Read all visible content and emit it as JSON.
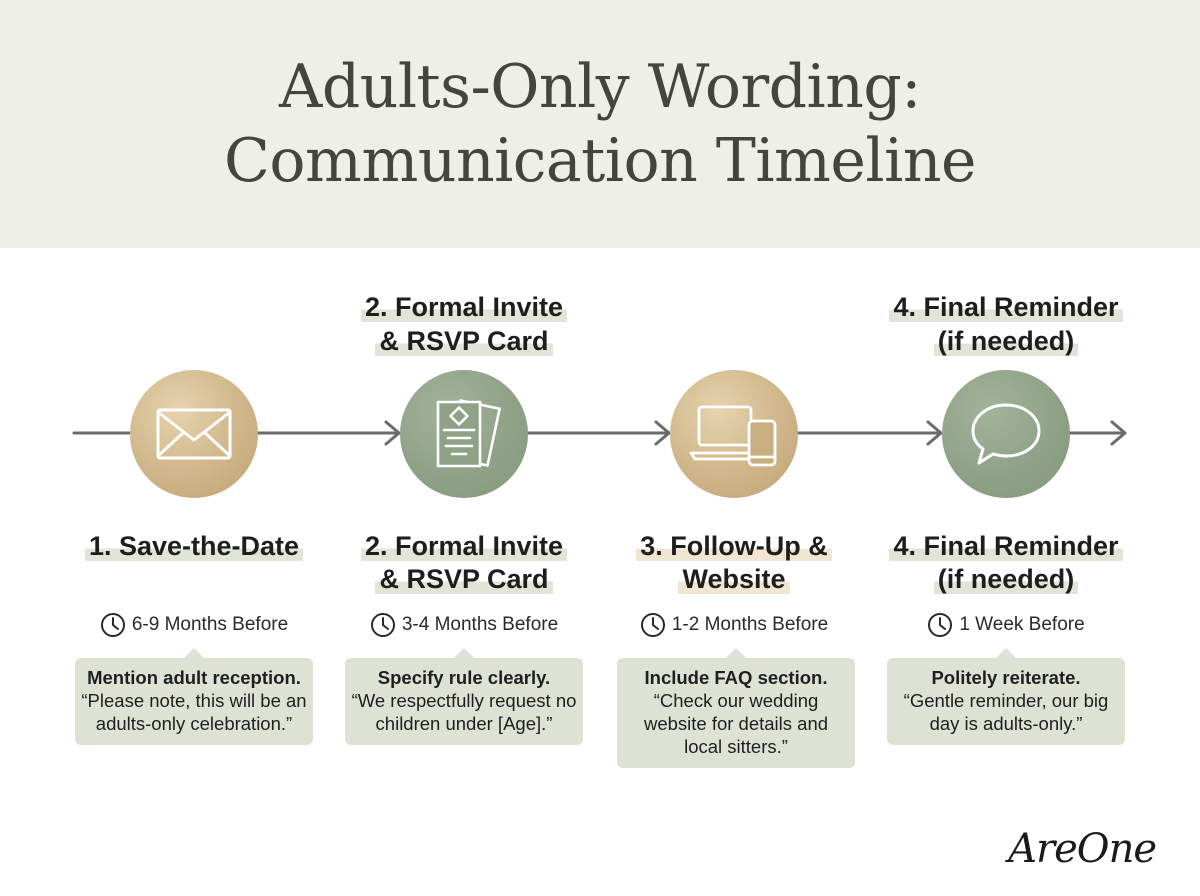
{
  "header": {
    "title_line1": "Adults-Only Wording:",
    "title_line2": "Communication Timeline"
  },
  "top_labels": [
    {
      "line1": "2. Formal Invite",
      "line2": "& RSVP Card"
    },
    {
      "line1": "4. Final Reminder",
      "line2": "(if needed)"
    }
  ],
  "steps": [
    {
      "title_line1": "1. Save-the-Date",
      "title_line2": "",
      "icon": "envelope-icon",
      "color": "#cfb589",
      "timing": "6-9 Months Before",
      "lead": "Mention adult reception.",
      "quote": "“Please note, this will be an adults-only celebration.”"
    },
    {
      "title_line1": "2. Formal Invite",
      "title_line2": "& RSVP Card",
      "icon": "invitation-cards-icon",
      "color": "#8fa287",
      "timing": "3-4 Months Before",
      "lead": "Specify rule clearly.",
      "quote": "“We respectfully request no children under [Age].”"
    },
    {
      "title_line1": "3. Follow-Up &",
      "title_line2": "Website",
      "icon": "laptop-phone-icon",
      "color": "#cfb589",
      "timing": "1-2 Months Before",
      "lead": "Include FAQ section.",
      "quote": "“Check our wedding website for details and local sitters.”"
    },
    {
      "title_line1": "4. Final Reminder",
      "title_line2": "(if needed)",
      "icon": "speech-bubble-icon",
      "color": "#8fa287",
      "timing": "1 Week Before",
      "lead": "Politely reiterate.",
      "quote": "“Gentle reminder, our big day is adults-only.”"
    }
  ],
  "brand": {
    "logo_text": "AreOne"
  },
  "colors": {
    "gold": "#cfb589",
    "green": "#8fa287",
    "note_bg": "#dde2d5",
    "line": "#6b6b6b"
  }
}
